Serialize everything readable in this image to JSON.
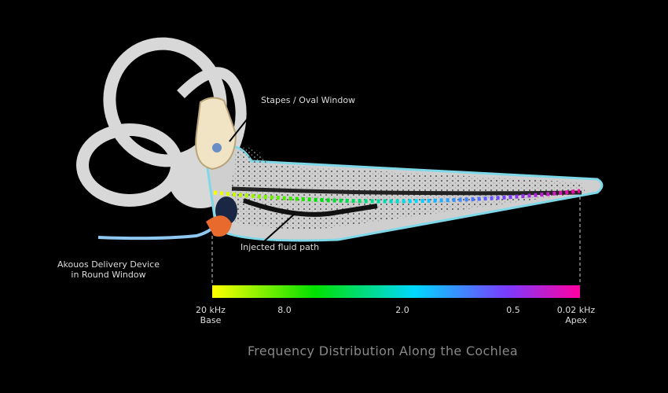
{
  "labels": {
    "stapes": "Stapes / Oval Window",
    "fluid_path": "Injected fluid path",
    "device_line1": "Akouos Delivery Device",
    "device_line2": "in Round Window"
  },
  "scale": {
    "ticks": [
      {
        "value": "20 kHz",
        "sub": "Base"
      },
      {
        "value": "8.0"
      },
      {
        "value": "2.0"
      },
      {
        "value": "0.5"
      },
      {
        "value": "0.02 kHz",
        "sub": "Apex"
      }
    ],
    "gradient_colors": [
      "#ffff00",
      "#00e000",
      "#00d8ff",
      "#7a3cff",
      "#ff00a0"
    ]
  },
  "title": "Frequency Distribution Along the Cochlea"
}
